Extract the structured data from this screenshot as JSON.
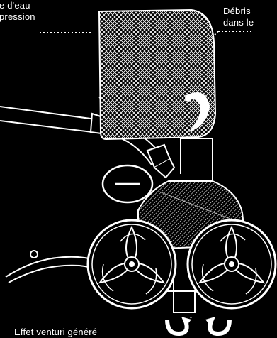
{
  "labels": {
    "water_pressure_line1": "e d'eau",
    "water_pressure_line2": "pression",
    "debris_line1": "Débris",
    "debris_line2": "dans le",
    "venturi_effect": "Effet venturi généré"
  },
  "colors": {
    "background": "#000000",
    "outline": "#ffffff",
    "mesh": "#ffffff",
    "body_fill": "#000000"
  },
  "icons": {
    "flow_arrows": "curved-arrows-up"
  }
}
